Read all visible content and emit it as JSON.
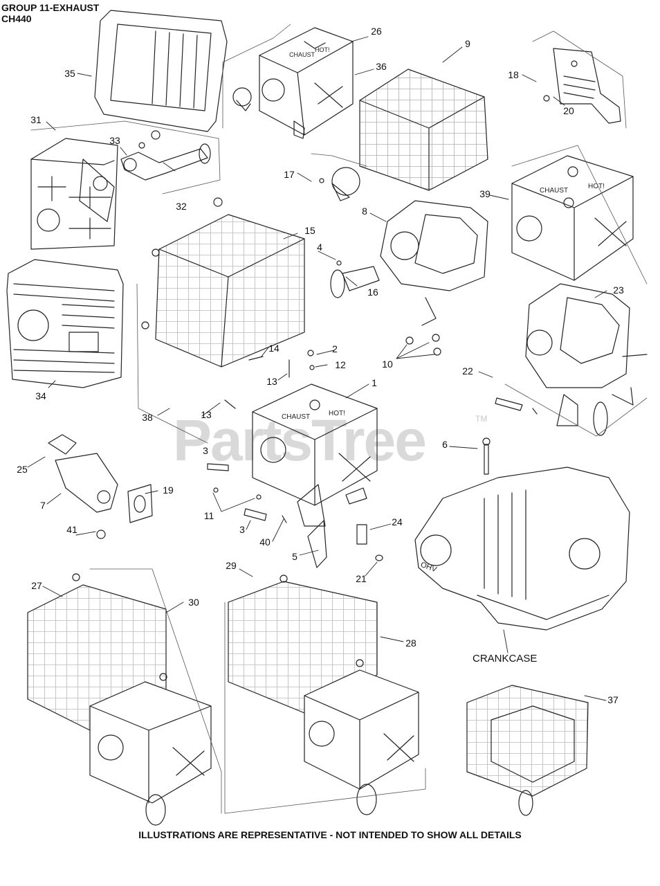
{
  "header": {
    "group": "GROUP 11-EXHAUST",
    "model": "CH440"
  },
  "watermark": "PartsTree",
  "trademark": "TM",
  "crankcase_label": "CRANKCASE",
  "footer": "ILLUSTRATIONS ARE REPRESENTATIVE - NOT INTENDED TO SHOW ALL DETAILS",
  "callouts": [
    "1",
    "2",
    "3",
    "3",
    "4",
    "5",
    "6",
    "7",
    "8",
    "9",
    "10",
    "11",
    "12",
    "13",
    "13",
    "14",
    "15",
    "16",
    "17",
    "18",
    "19",
    "20",
    "21",
    "22",
    "23",
    "24",
    "25",
    "26",
    "27",
    "28",
    "29",
    "30",
    "31",
    "32",
    "33",
    "34",
    "35",
    "36",
    "37",
    "38",
    "39",
    "40",
    "41"
  ],
  "engraved_text": {
    "exhaust": "CHAUST",
    "hot": "HOT!",
    "ohv": "OHV"
  },
  "colors": {
    "line": "#222222",
    "watermark": "#d9d9d9"
  }
}
